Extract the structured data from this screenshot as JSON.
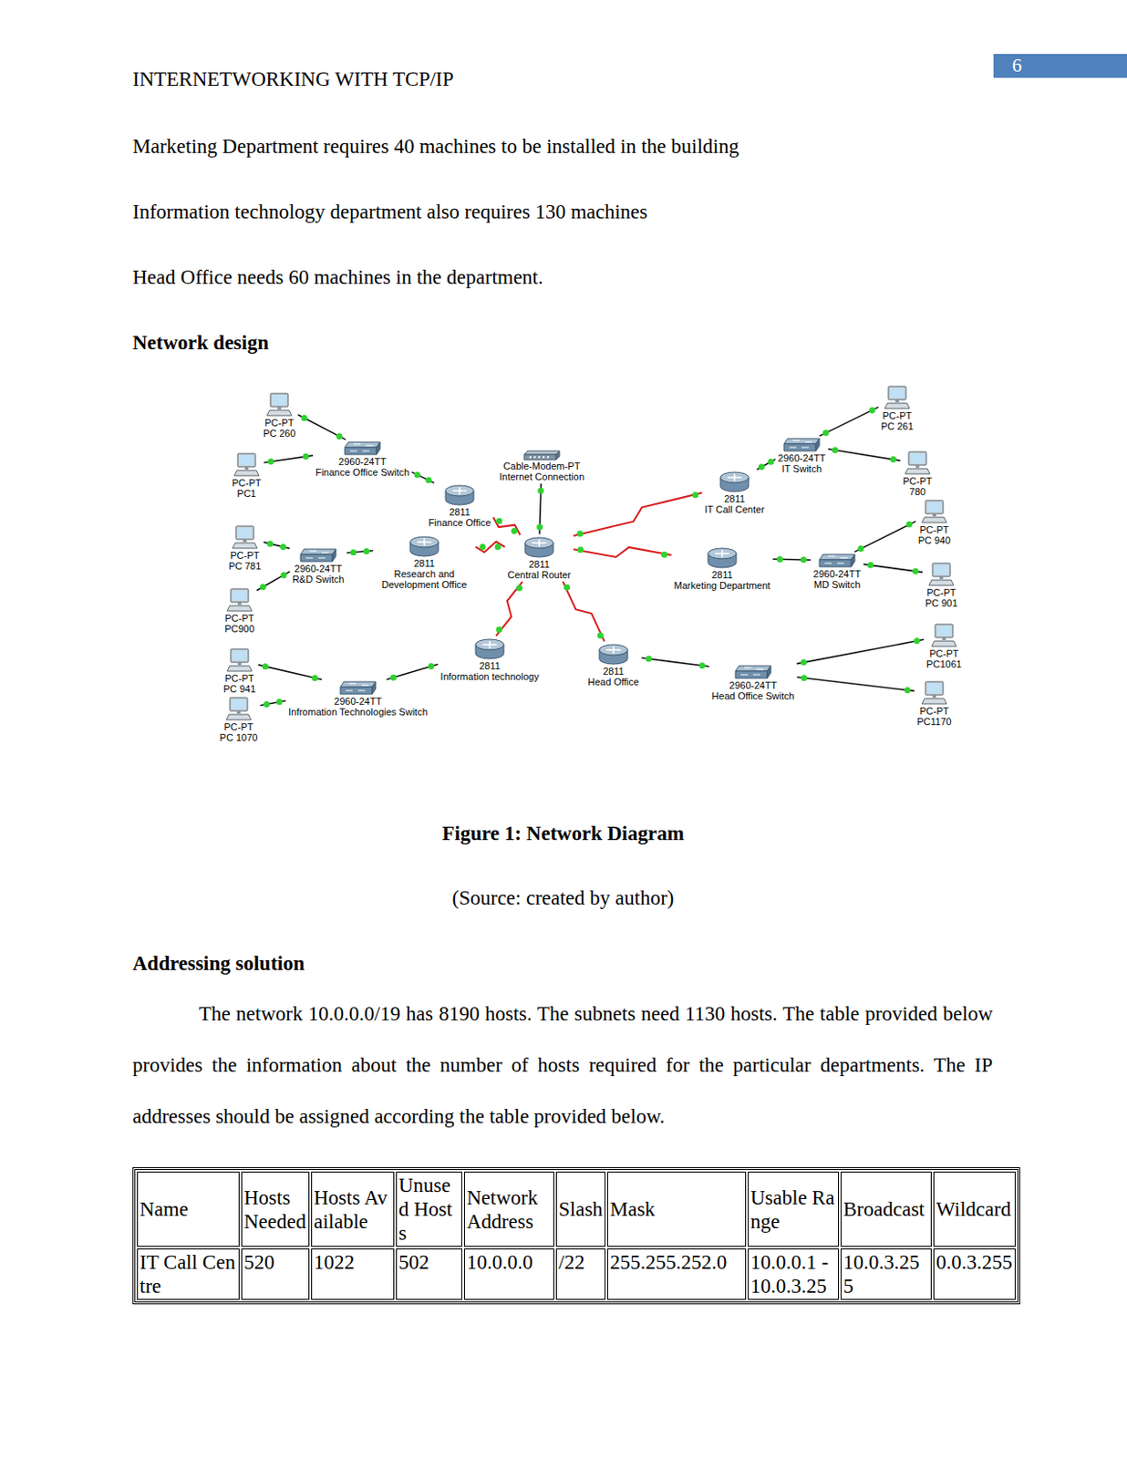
{
  "diagram": {
    "caption": "Figure 1: Network Diagram",
    "nodes": [
      {
        "text": [
          "PC-PT",
          "PC 261"
        ]
      },
      {
        "text": [
          "PC-PT",
          "PC 260"
        ]
      },
      {
        "text": [
          "2960-24TT",
          "IT Switch"
        ]
      },
      {
        "text": [
          "2960-24TT",
          "Finance Office Switch"
        ]
      },
      {
        "text": [
          "Cable-Modem-PT",
          "Internet Connection"
        ]
      },
      {
        "text": [
          "PC-PT",
          "PC1"
        ]
      },
      {
        "text": [
          "2811",
          "IT Call Center"
        ]
      },
      {
        "text": [
          "2811",
          "Finance Office"
        ]
      },
      {
        "text": [
          "PC-PT",
          "780"
        ]
      },
      {
        "text": [
          "PC-PT",
          "PC 940"
        ]
      },
      {
        "text": [
          "PC-PT",
          "PC 781"
        ]
      },
      {
        "text": [
          "2960-24TT",
          "R&D Switch"
        ]
      },
      {
        "text": [
          "2811",
          "Research and Development Office"
        ]
      },
      {
        "text": [
          "2811",
          "Central Router"
        ]
      },
      {
        "text": [
          "2811",
          "Marketing Department"
        ]
      },
      {
        "text": [
          "2960-24TT",
          "MD Switch"
        ]
      },
      {
        "text": [
          "PC-PT",
          "PC 901"
        ]
      },
      {
        "text": [
          "PC-PT",
          "PC900"
        ]
      },
      {
        "text": [
          "PC-PT",
          "PC1061"
        ]
      },
      {
        "text": [
          "2811",
          "Information technology"
        ]
      },
      {
        "text": [
          "2811",
          "Head Office"
        ]
      },
      {
        "text": [
          "PC-PT",
          "PC 941"
        ]
      },
      {
        "text": [
          "2960-24TT",
          "Infromation Technologies Switch"
        ]
      },
      {
        "text": [
          "2960-24TT",
          "Head Office Switch"
        ]
      },
      {
        "text": [
          "PC-PT",
          "PC1170"
        ]
      },
      {
        "text": [
          "PC-PT",
          "PC 1070"
        ]
      }
    ],
    "edges": [
      {
        "from": 1,
        "to": 3,
        "arrow": "none"
      },
      {
        "from": 5,
        "to": 3,
        "arrow": "none"
      },
      {
        "from": 3,
        "to": 7,
        "arrow": "none"
      },
      {
        "from": 7,
        "to": 13,
        "arrow": "none"
      },
      {
        "from": 4,
        "to": 13,
        "arrow": "none"
      },
      {
        "from": 6,
        "to": 13,
        "arrow": "none"
      },
      {
        "from": 2,
        "to": 6,
        "arrow": "none"
      },
      {
        "from": 0,
        "to": 2,
        "arrow": "none"
      },
      {
        "from": 8,
        "to": 2,
        "arrow": "none"
      },
      {
        "from": 10,
        "to": 11,
        "arrow": "none"
      },
      {
        "from": 17,
        "to": 11,
        "arrow": "none"
      },
      {
        "from": 11,
        "to": 12,
        "arrow": "none"
      },
      {
        "from": 12,
        "to": 13,
        "arrow": "none"
      },
      {
        "from": 13,
        "to": 14,
        "arrow": "none"
      },
      {
        "from": 14,
        "to": 15,
        "arrow": "none"
      },
      {
        "from": 9,
        "to": 15,
        "arrow": "none"
      },
      {
        "from": 16,
        "to": 15,
        "arrow": "none"
      },
      {
        "from": 13,
        "to": 19,
        "arrow": "none"
      },
      {
        "from": 19,
        "to": 22,
        "arrow": "none"
      },
      {
        "from": 21,
        "to": 22,
        "arrow": "none"
      },
      {
        "from": 25,
        "to": 22,
        "arrow": "none"
      },
      {
        "from": 13,
        "to": 20,
        "arrow": "none"
      },
      {
        "from": 20,
        "to": 23,
        "arrow": "none"
      },
      {
        "from": 18,
        "to": 23,
        "arrow": "none"
      },
      {
        "from": 24,
        "to": 23,
        "arrow": "none"
      }
    ],
    "labels": [
      "INTERNETWORKING WITH TCP/IP",
      "6",
      "Marketing Department requires 40 machines to be installed in the building",
      "Information technology department also requires 130 machines",
      "Head Office needs 60 machines in the department.",
      "Network design",
      "(Source: created by author)",
      "Addressing solution",
      "The network 10.0.0.0/19 has 8190 hosts. The subnets need 1130 hosts. The table provided below provides the information about the number of hosts required for the particular departments. The IP addresses should be assigned according the table provided below.",
      "Name",
      "Hosts Needed",
      "Hosts Available",
      "Unused Hosts",
      "Network Address",
      "Slash",
      "Mask",
      "Usable Range",
      "Broadcast",
      "Wildcard",
      "IT Call Centre",
      "520",
      "1022",
      "502",
      "10.0.0.0",
      "/22",
      "255.255.252.0",
      "10.0.0.1 - 10.0.3.25",
      "10.0.3.255",
      "0.0.3.255"
    ]
  }
}
